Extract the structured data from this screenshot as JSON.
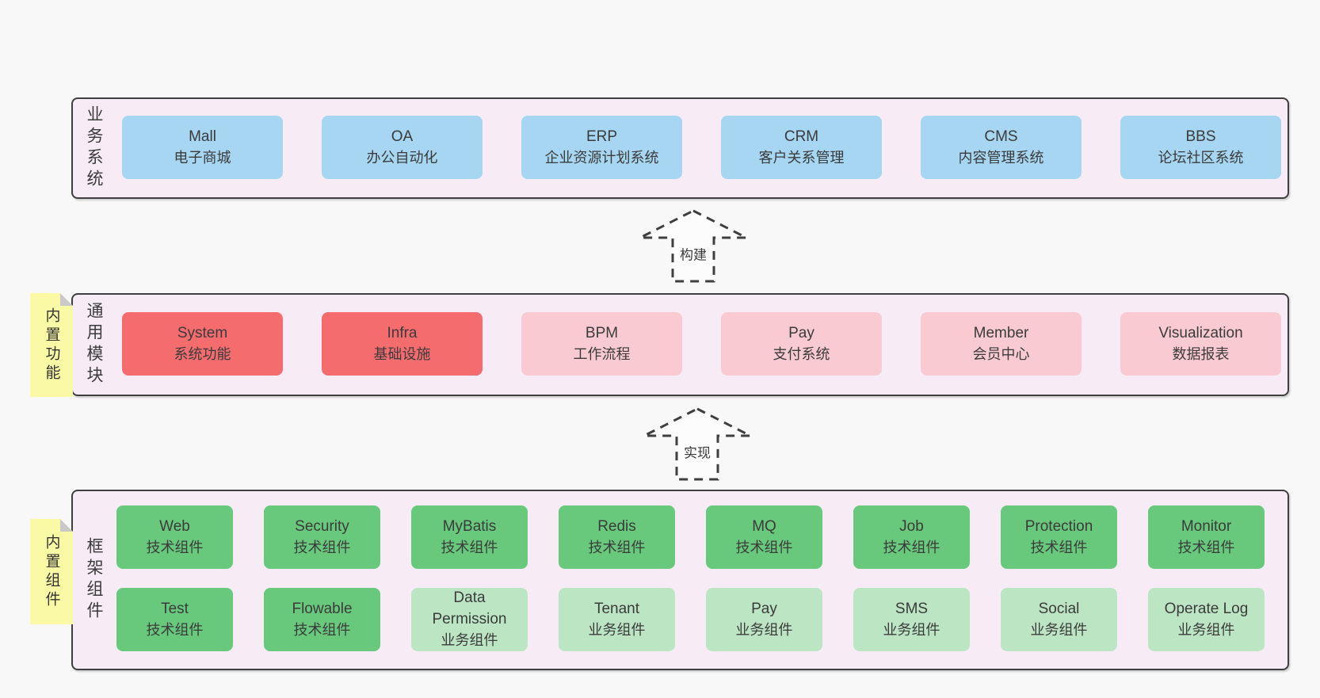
{
  "colors": {
    "page_bg": "#f8f8f8",
    "container_fill": "#f7ecf5",
    "container_border": "#3f3f3f",
    "blue_box": "#a6d6f2",
    "red_box": "#f56c6f",
    "pink_box": "#facad2",
    "green_box": "#68c97c",
    "light_green_box": "#bce5c4",
    "note_yellow": "#fafaa6",
    "note_fold_gray": "#c9c9c9",
    "text": "#3b3b3b"
  },
  "arrows": [
    {
      "label": "构建"
    },
    {
      "label": "实现"
    }
  ],
  "layers": [
    {
      "label": "业务系统",
      "note": null,
      "rows": [
        [
          {
            "name": "Mall",
            "desc": "电子商城",
            "color": "blue"
          },
          {
            "name": "OA",
            "desc": "办公自动化",
            "color": "blue"
          },
          {
            "name": "ERP",
            "desc": "企业资源计划系统",
            "color": "blue"
          },
          {
            "name": "CRM",
            "desc": "客户关系管理",
            "color": "blue"
          },
          {
            "name": "CMS",
            "desc": "内容管理系统",
            "color": "blue"
          },
          {
            "name": "BBS",
            "desc": "论坛社区系统",
            "color": "blue"
          }
        ]
      ]
    },
    {
      "label": "通用模块",
      "note": "内置功能",
      "rows": [
        [
          {
            "name": "System",
            "desc": "系统功能",
            "color": "red"
          },
          {
            "name": "Infra",
            "desc": "基础设施",
            "color": "red"
          },
          {
            "name": "BPM",
            "desc": "工作流程",
            "color": "pink"
          },
          {
            "name": "Pay",
            "desc": "支付系统",
            "color": "pink"
          },
          {
            "name": "Member",
            "desc": "会员中心",
            "color": "pink"
          },
          {
            "name": "Visualization",
            "desc": "数据报表",
            "color": "pink"
          }
        ]
      ]
    },
    {
      "label": "框架组件",
      "note": "内置组件",
      "rows": [
        [
          {
            "name": "Web",
            "desc": "技术组件",
            "color": "green"
          },
          {
            "name": "Security",
            "desc": "技术组件",
            "color": "green"
          },
          {
            "name": "MyBatis",
            "desc": "技术组件",
            "color": "green"
          },
          {
            "name": "Redis",
            "desc": "技术组件",
            "color": "green"
          },
          {
            "name": "MQ",
            "desc": "技术组件",
            "color": "green"
          },
          {
            "name": "Job",
            "desc": "技术组件",
            "color": "green"
          },
          {
            "name": "Protection",
            "desc": "技术组件",
            "color": "green"
          },
          {
            "name": "Monitor",
            "desc": "技术组件",
            "color": "green"
          }
        ],
        [
          {
            "name": "Test",
            "desc": "技术组件",
            "color": "green"
          },
          {
            "name": "Flowable",
            "desc": "技术组件",
            "color": "green"
          },
          {
            "name": "Data Permission",
            "desc": "业务组件",
            "color": "light_green"
          },
          {
            "name": "Tenant",
            "desc": "业务组件",
            "color": "light_green"
          },
          {
            "name": "Pay",
            "desc": "业务组件",
            "color": "light_green"
          },
          {
            "name": "SMS",
            "desc": "业务组件",
            "color": "light_green"
          },
          {
            "name": "Social",
            "desc": "业务组件",
            "color": "light_green"
          },
          {
            "name": "Operate Log",
            "desc": "业务组件",
            "color": "light_green"
          }
        ]
      ]
    }
  ]
}
